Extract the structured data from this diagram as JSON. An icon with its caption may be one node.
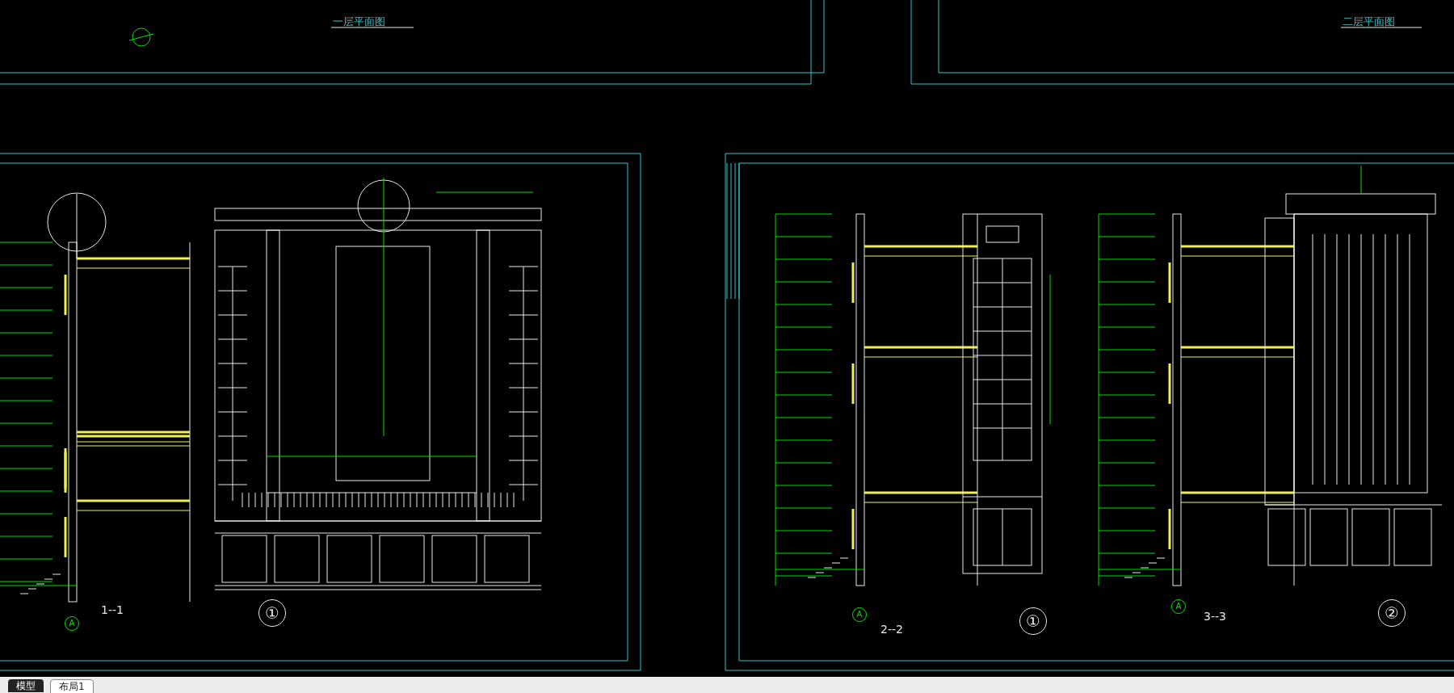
{
  "diagram": {
    "labels": [
      "一层平面图",
      "二层平面图",
      "1--1",
      "A",
      "①",
      "2--2",
      "A",
      "①",
      "3--3",
      "A",
      "②",
      "模型",
      "布局1"
    ]
  }
}
